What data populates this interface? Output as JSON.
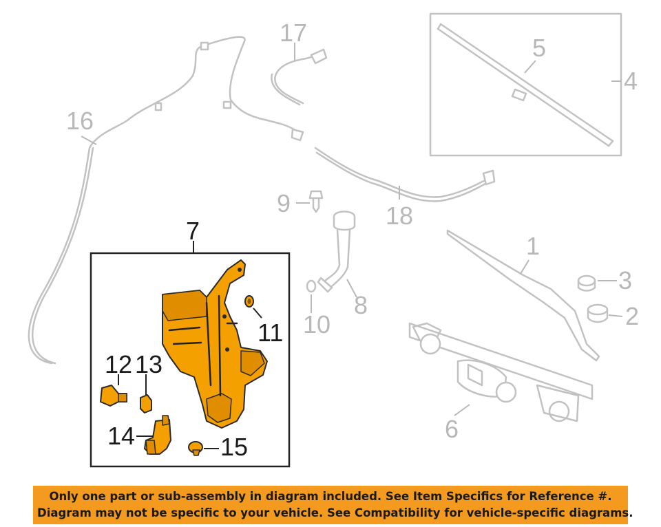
{
  "callouts": {
    "c1": "1",
    "c2": "2",
    "c3": "3",
    "c4": "4",
    "c5": "5",
    "c6": "6",
    "c7": "7",
    "c8": "8",
    "c9": "9",
    "c10": "10",
    "c11": "11",
    "c12": "12",
    "c13": "13",
    "c14": "14",
    "c15": "15",
    "c16": "16",
    "c17": "17",
    "c18": "18"
  },
  "colors": {
    "highlight": "#f4a000",
    "banner": "#f39a1f",
    "ghost": "#c2c2c2"
  },
  "disclaimer": {
    "line1": "Only one part or sub-assembly in diagram included. See Item Specifics for Reference #.",
    "line2": "Diagram may not be specific to your vehicle. See Compatibility for vehicle-specific diagrams."
  }
}
